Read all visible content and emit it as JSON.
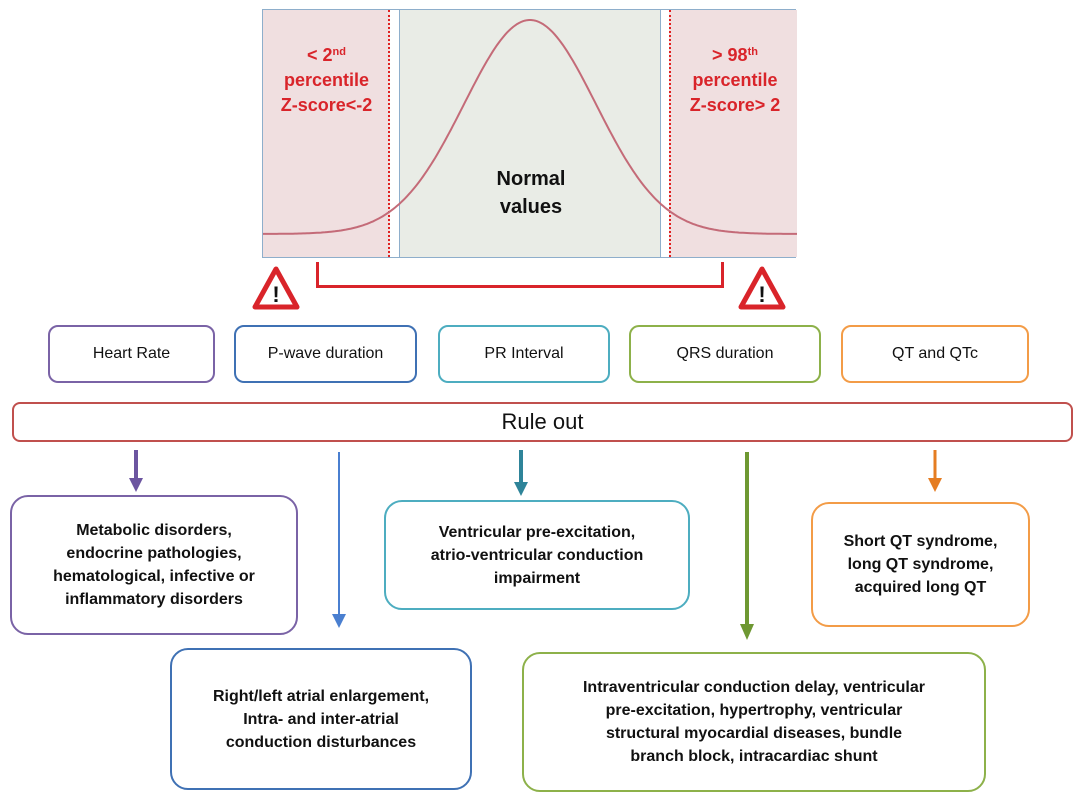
{
  "distribution": {
    "low_zone": {
      "line1": "< 2",
      "sup1": "nd",
      "line2": "percentile",
      "line3": "Z-score<-2"
    },
    "normal_zone": {
      "line1": "Normal",
      "line2": "values"
    },
    "high_zone": {
      "line1": "> 98",
      "sup1": "th",
      "line2": "percentile",
      "line3": "Z-score> 2"
    }
  },
  "warning_icon": {
    "symbol": "!"
  },
  "parameters": [
    {
      "label": "Heart Rate",
      "color": "#7a63a6"
    },
    {
      "label": "P-wave duration",
      "color": "#3f71b4"
    },
    {
      "label": "PR Interval",
      "color": "#4dadc0"
    },
    {
      "label": "QRS duration",
      "color": "#8db14a"
    },
    {
      "label": "QT and QTc",
      "color": "#f39c47"
    }
  ],
  "rule_out": {
    "label": "Rule out",
    "color": "#c0504d"
  },
  "outcomes": {
    "heart_rate": "Metabolic disorders,\nendocrine pathologies,\nhematological, infective or\ninflammatory disorders",
    "p_wave": "Right/left atrial enlargement,\nIntra- and inter-atrial\nconduction disturbances",
    "pr_interval": "Ventricular pre-excitation,\natrio-ventricular conduction\nimpairment",
    "qrs": "Intraventricular conduction delay, ventricular\npre-excitation, hypertrophy, ventricular\nstructural myocardial diseases, bundle\nbranch block, intracardiac shunt",
    "qt": "Short QT syndrome,\nlong QT syndrome,\nacquired long QT"
  },
  "colors": {
    "alert_red": "#d9242a",
    "curve": "#c46b78"
  }
}
